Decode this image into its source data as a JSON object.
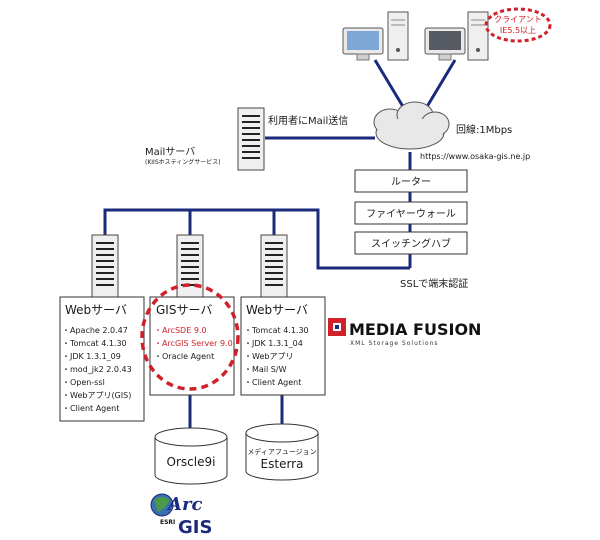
{
  "colors": {
    "link_line": "#1b2a7a",
    "highlight": "#d0212a",
    "box_border": "#333333",
    "cloud_fill": "#e8e8e8",
    "server_body": "#efefef",
    "brand_red": "#d0212a"
  },
  "client": {
    "label_line1": "クライアント",
    "label_line2": "IE5.5以上"
  },
  "internet": {
    "mail_send_label": "利用者にMail送信",
    "line_speed": "回線:1Mbps",
    "url": "https://www.osaka-gis.ne.jp"
  },
  "mail_server": {
    "title": "Mailサーバ",
    "subtitle": "(KIISホスティングサービス)"
  },
  "network_chain": [
    {
      "label": "ルーター"
    },
    {
      "label": "ファイヤーウォール"
    },
    {
      "label": "スイッチングハブ"
    }
  ],
  "ssl_label": "SSLで端末認証",
  "servers": [
    {
      "title": "Webサーバ",
      "items": [
        "・Apache 2.0.47",
        "・Tomcat 4.1.30",
        "・JDK 1.3.1_09",
        "・mod_jk2 2.0.43",
        "・Open-ssl",
        "・Webアプリ(GIS)",
        "・Client Agent"
      ]
    },
    {
      "title": "GISサーバ",
      "items_highlighted": [
        "・ArcSDE 9.0",
        "・ArcGIS Server 9.0"
      ],
      "items": [
        "・Oracle Agent"
      ]
    },
    {
      "title": "Webサーバ",
      "items": [
        "・Tomcat 4.1.30",
        "・JDK 1.3.1_04",
        "・Webアプリ",
        "・Mail S/W",
        "・Client Agent"
      ]
    }
  ],
  "databases": [
    {
      "label": "Orscle9i",
      "caption": ""
    },
    {
      "label": "Esterra",
      "caption": "メディアフュージョン"
    }
  ],
  "logos": {
    "media_fusion": {
      "name": "MEDIA FUSION",
      "tagline": "XML Storage Solutions"
    },
    "arcgis": {
      "esri": "ESRI",
      "arc": "Arc",
      "gis": "GIS"
    }
  }
}
